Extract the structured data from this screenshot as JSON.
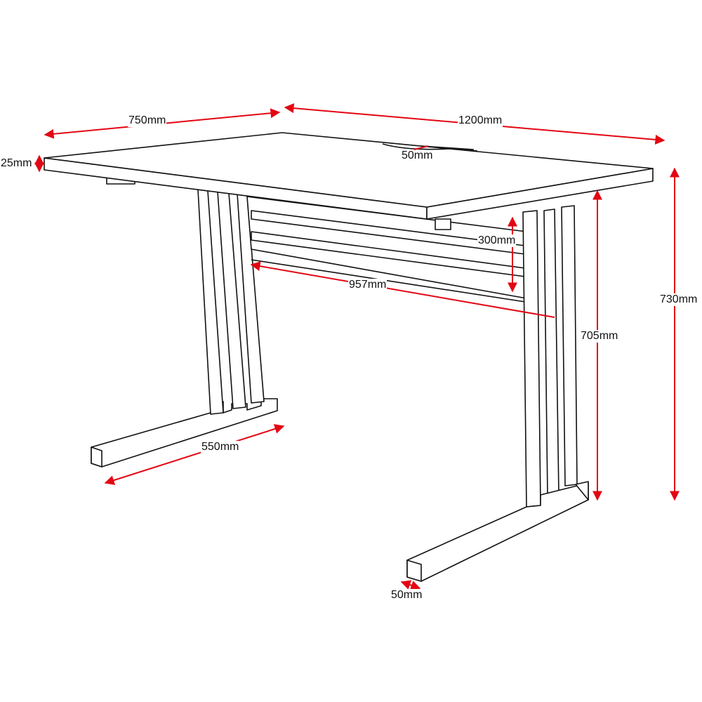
{
  "title": "Desk dimensions diagram",
  "colors": {
    "dimension": "#e30613",
    "outline": "#111111"
  },
  "dimensions": {
    "depth": "750mm",
    "width": "1200mm",
    "top_thickness": "25mm",
    "cable_port": "50mm",
    "modesty_panel_height": "300mm",
    "leg_inner_width": "957mm",
    "underside_height": "705mm",
    "total_height": "730mm",
    "foot_length": "550mm",
    "foot_width": "50mm"
  }
}
